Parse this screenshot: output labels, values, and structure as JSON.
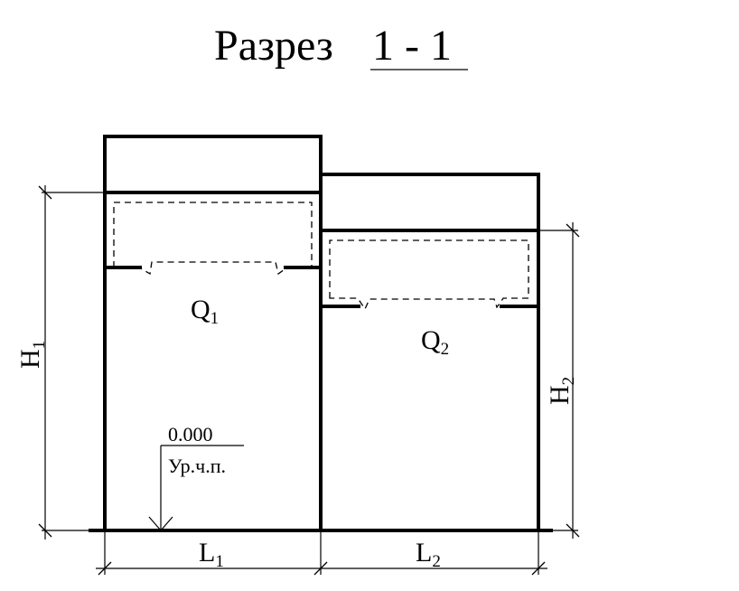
{
  "title": {
    "prefix": "Разрез",
    "section_id": "1 - 1"
  },
  "cranes": {
    "q1": {
      "letter": "Q",
      "index": "1"
    },
    "q2": {
      "letter": "Q",
      "index": "2"
    }
  },
  "dimensions": {
    "h1": {
      "letter": "H",
      "index": "1"
    },
    "h2": {
      "letter": "H",
      "index": "2"
    },
    "l1": {
      "letter": "L",
      "index": "1"
    },
    "l2": {
      "letter": "L",
      "index": "2"
    }
  },
  "level_mark": {
    "value": "0.000",
    "caption": "Ур.ч.п."
  }
}
